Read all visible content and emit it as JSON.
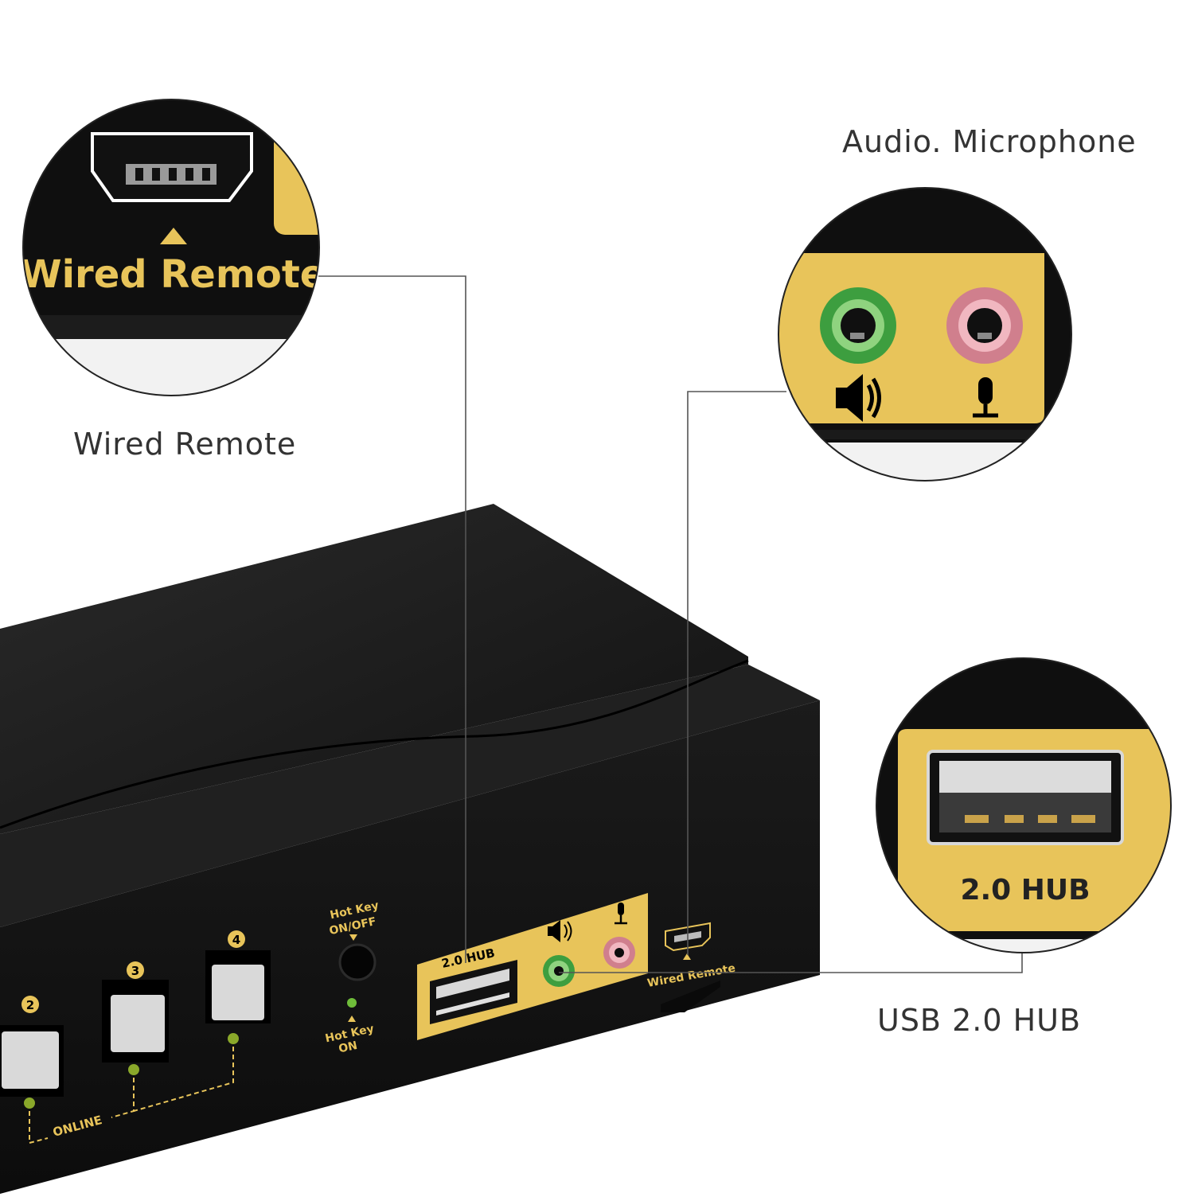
{
  "captions": {
    "wired_remote": "Wired Remote",
    "audio_microphone": "Audio. Microphone",
    "usb_hub": "USB 2.0 HUB"
  },
  "zoom_labels": {
    "wired_remote": "Wired Remote",
    "usb_hub": "2.0 HUB"
  },
  "panel_labels": {
    "hot_key_onoff_line1": "Hot Key",
    "hot_key_onoff_line2": "ON/OFF",
    "hot_key_on_line1": "Hot Key",
    "hot_key_on_line2": "ON",
    "hub": "2.0 HUB",
    "wired_remote": "Wired Remote",
    "online": "ONLINE",
    "port_2": "2",
    "port_3": "3",
    "port_4": "4"
  },
  "colors": {
    "panel_gold": "#e8c45a",
    "device_black": "#141414",
    "audio_green": "#4caf50",
    "mic_pink": "#e79aa8",
    "caption_gray": "#333333"
  },
  "icons": [
    "speaker-icon",
    "microphone-icon",
    "mini-usb-port-icon",
    "usb-a-port-icon"
  ]
}
